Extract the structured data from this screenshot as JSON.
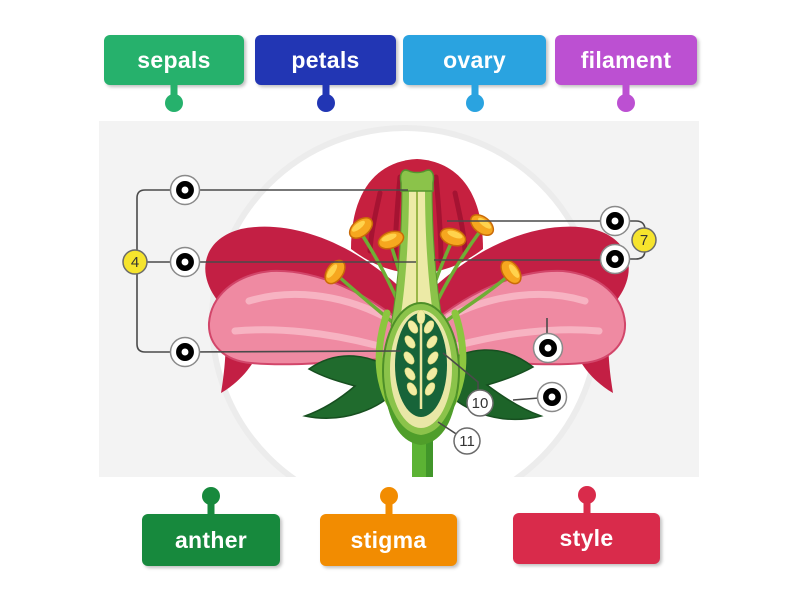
{
  "activity": {
    "type": "labelled-diagram",
    "subject": "flower cross-section"
  },
  "bank": {
    "top": [
      {
        "id": "sepals",
        "label": "sepals",
        "color": "#26b16c"
      },
      {
        "id": "petals",
        "label": "petals",
        "color": "#2236b4"
      },
      {
        "id": "ovary",
        "label": "ovary",
        "color": "#2aa3e0"
      },
      {
        "id": "filament",
        "label": "filament",
        "color": "#bc50d2"
      }
    ],
    "bottom": [
      {
        "id": "anther",
        "label": "anther",
        "color": "#17893d"
      },
      {
        "id": "stigma",
        "label": "stigma",
        "color": "#f28c01"
      },
      {
        "id": "style",
        "label": "style",
        "color": "#d92b4b"
      }
    ]
  },
  "diagram": {
    "panel_background": "#f3f3f3",
    "line_color": "#4a4a4a",
    "target_marker_count": "7",
    "badge_fill": "#f6e42d",
    "badges": [
      {
        "text": "4"
      },
      {
        "text": "7"
      },
      {
        "text": "10"
      },
      {
        "text": "11"
      }
    ]
  }
}
